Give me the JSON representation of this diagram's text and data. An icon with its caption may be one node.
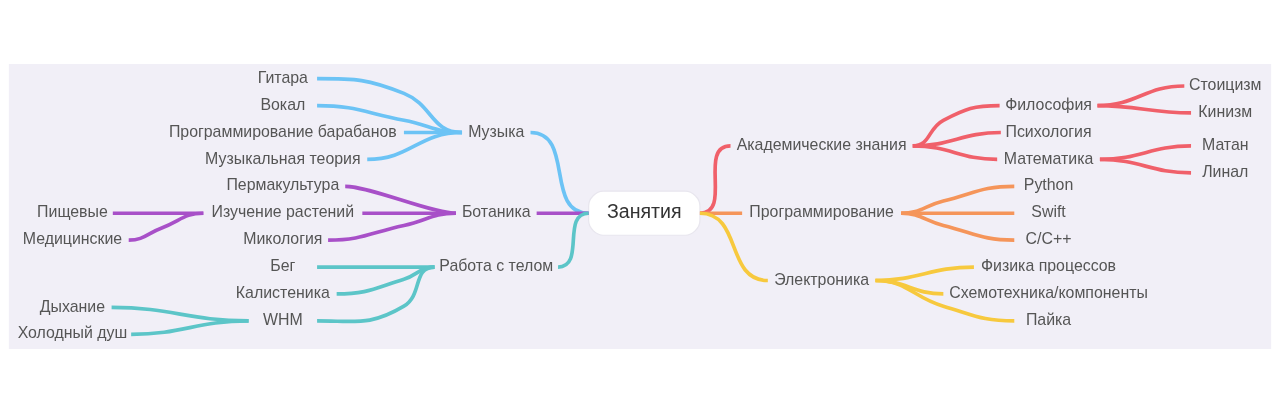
{
  "diagram": {
    "nodes": [
      {
        "text": [
          "Занятия"
        ]
      },
      {
        "text": [
          "Академические знания"
        ]
      },
      {
        "text": [
          "Философия"
        ]
      },
      {
        "text": [
          "Стоицизм"
        ]
      },
      {
        "text": [
          "Кинизм"
        ]
      },
      {
        "text": [
          "Психология"
        ]
      },
      {
        "text": [
          "Математика"
        ]
      },
      {
        "text": [
          "Матан"
        ]
      },
      {
        "text": [
          "Линал"
        ]
      },
      {
        "text": [
          "Программирование"
        ]
      },
      {
        "text": [
          "Python"
        ]
      },
      {
        "text": [
          "Swift"
        ]
      },
      {
        "text": [
          "C/C++"
        ]
      },
      {
        "text": [
          "Электроника"
        ]
      },
      {
        "text": [
          "Физика процессов"
        ]
      },
      {
        "text": [
          "Схемотехника/компоненты"
        ]
      },
      {
        "text": [
          "Пайка"
        ]
      },
      {
        "text": [
          "Музыка"
        ]
      },
      {
        "text": [
          "Гитара"
        ]
      },
      {
        "text": [
          "Вокал"
        ]
      },
      {
        "text": [
          "Программирование барабанов"
        ]
      },
      {
        "text": [
          "Музыкальная теория"
        ]
      },
      {
        "text": [
          "Ботаника"
        ]
      },
      {
        "text": [
          "Пермакультура"
        ]
      },
      {
        "text": [
          "Изучение растений"
        ]
      },
      {
        "text": [
          "Пищевые"
        ]
      },
      {
        "text": [
          "Медицинские"
        ]
      },
      {
        "text": [
          "Микология"
        ]
      },
      {
        "text": [
          "Работа с телом"
        ]
      },
      {
        "text": [
          "Бег"
        ]
      },
      {
        "text": [
          "Калистеника"
        ]
      },
      {
        "text": [
          "WHM"
        ]
      },
      {
        "text": [
          "Дыхание"
        ]
      },
      {
        "text": [
          "Холодный душ"
        ]
      }
    ],
    "edges": [
      {
        "from": 0,
        "to": 1,
        "arrow": "none",
        "color": "#f0606a"
      },
      {
        "from": 1,
        "to": 2,
        "arrow": "none",
        "color": "#f0606a"
      },
      {
        "from": 2,
        "to": 3,
        "arrow": "none",
        "color": "#f0606a"
      },
      {
        "from": 2,
        "to": 4,
        "arrow": "none",
        "color": "#f0606a"
      },
      {
        "from": 1,
        "to": 5,
        "arrow": "none",
        "color": "#f0606a"
      },
      {
        "from": 1,
        "to": 6,
        "arrow": "none",
        "color": "#f0606a"
      },
      {
        "from": 6,
        "to": 7,
        "arrow": "none",
        "color": "#f0606a"
      },
      {
        "from": 6,
        "to": 8,
        "arrow": "none",
        "color": "#f0606a"
      },
      {
        "from": 0,
        "to": 9,
        "arrow": "none",
        "color": "#f5955a"
      },
      {
        "from": 9,
        "to": 10,
        "arrow": "none",
        "color": "#f5955a"
      },
      {
        "from": 9,
        "to": 11,
        "arrow": "none",
        "color": "#f5955a"
      },
      {
        "from": 9,
        "to": 12,
        "arrow": "none",
        "color": "#f5955a"
      },
      {
        "from": 0,
        "to": 13,
        "arrow": "none",
        "color": "#f7c93e"
      },
      {
        "from": 13,
        "to": 14,
        "arrow": "none",
        "color": "#f7c93e"
      },
      {
        "from": 13,
        "to": 15,
        "arrow": "none",
        "color": "#f7c93e"
      },
      {
        "from": 13,
        "to": 16,
        "arrow": "none",
        "color": "#f7c93e"
      },
      {
        "from": 0,
        "to": 17,
        "arrow": "none",
        "color": "#6cc3f5"
      },
      {
        "from": 17,
        "to": 18,
        "arrow": "none",
        "color": "#6cc3f5"
      },
      {
        "from": 17,
        "to": 19,
        "arrow": "none",
        "color": "#6cc3f5"
      },
      {
        "from": 17,
        "to": 20,
        "arrow": "none",
        "color": "#6cc3f5"
      },
      {
        "from": 17,
        "to": 21,
        "arrow": "none",
        "color": "#6cc3f5"
      },
      {
        "from": 0,
        "to": 22,
        "arrow": "none",
        "color": "#a850c8"
      },
      {
        "from": 22,
        "to": 23,
        "arrow": "none",
        "color": "#a850c8"
      },
      {
        "from": 22,
        "to": 24,
        "arrow": "none",
        "color": "#a850c8"
      },
      {
        "from": 24,
        "to": 25,
        "arrow": "none",
        "color": "#a850c8"
      },
      {
        "from": 24,
        "to": 26,
        "arrow": "none",
        "color": "#a850c8"
      },
      {
        "from": 22,
        "to": 27,
        "arrow": "none",
        "color": "#a850c8"
      },
      {
        "from": 0,
        "to": 28,
        "arrow": "none",
        "color": "#5cc5c8"
      },
      {
        "from": 28,
        "to": 29,
        "arrow": "none",
        "color": "#5cc5c8"
      },
      {
        "from": 28,
        "to": 30,
        "arrow": "none",
        "color": "#5cc5c8"
      },
      {
        "from": 28,
        "to": 31,
        "arrow": "none",
        "color": "#5cc5c8"
      },
      {
        "from": 31,
        "to": 32,
        "arrow": "none",
        "color": "#5cc5c8"
      },
      {
        "from": 31,
        "to": 33,
        "arrow": "none",
        "color": "#5cc5c8"
      }
    ]
  }
}
